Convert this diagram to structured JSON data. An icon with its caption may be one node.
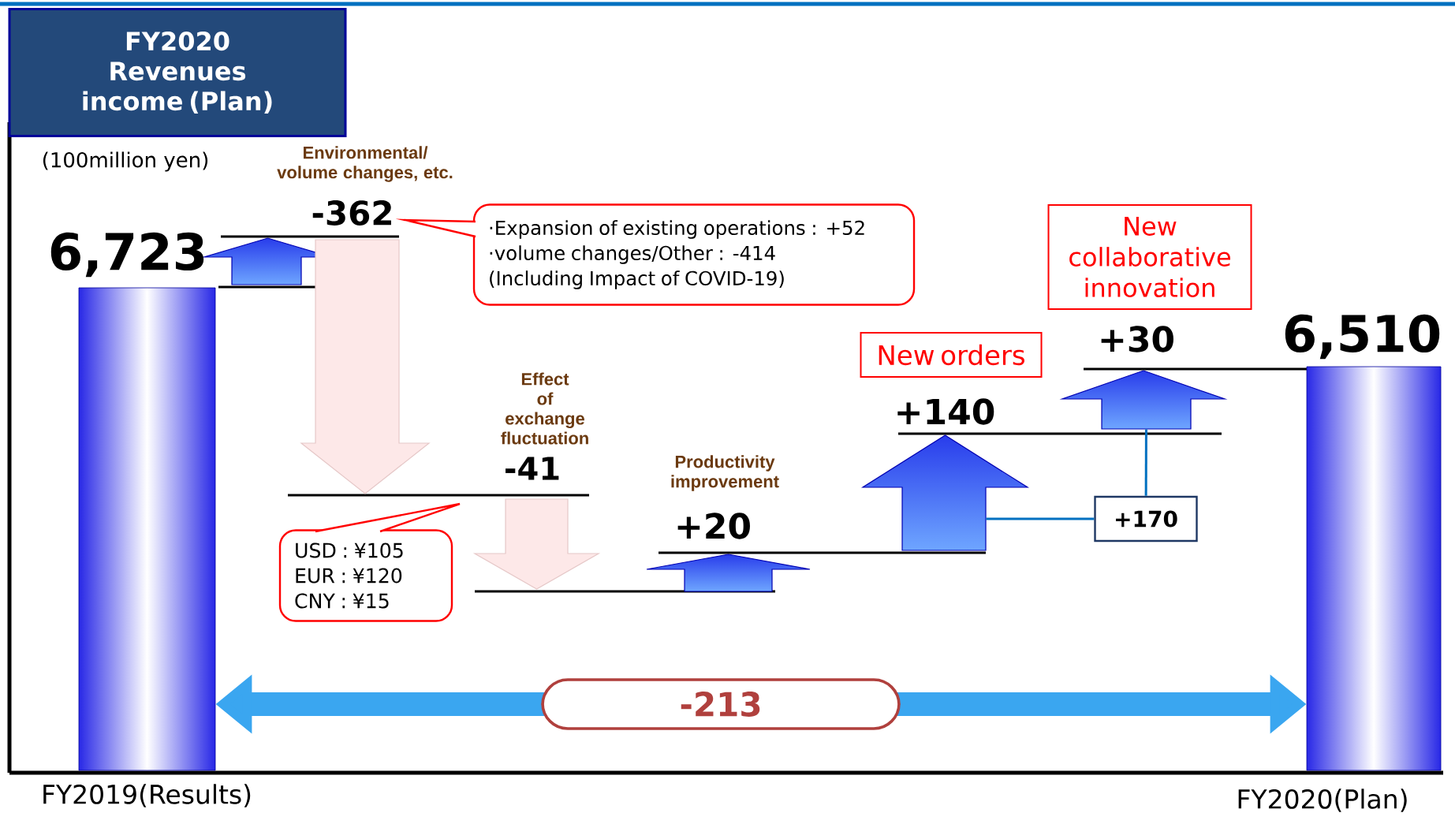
{
  "diagram": {
    "nodes": [
      {
        "text": [
          "FY2020 Revenues income (Plan)"
        ]
      },
      {
        "text": [],
        "shape": "bar",
        "beside": [
          "6,723",
          "FY2019(Results)"
        ]
      },
      {
        "text": [
          "·Expansion of existing operations : +52",
          "·volume changes/Other : -414",
          "(Including Impact of COVID-19)"
        ]
      },
      {
        "text": [
          "USD :  ¥105",
          "EUR :  ¥120",
          "CNY :  ¥15"
        ]
      },
      {
        "text": [
          "New orders"
        ]
      },
      {
        "text": [
          "New collaborative innovation"
        ]
      },
      {
        "text": [],
        "shape": "arrow"
      },
      {
        "text": [],
        "shape": "arrow"
      },
      {
        "text": [
          "+170"
        ]
      },
      {
        "text": [],
        "shape": "bar",
        "beside": [
          "6,510",
          "FY2020(Plan)"
        ]
      }
    ],
    "edges": [
      {
        "from": 1,
        "to": 9,
        "arrow": "both",
        "label": "-213",
        "style": "thick",
        "color": "#3aa6f0"
      },
      {
        "from": 8,
        "to": 6,
        "arrow": "none"
      },
      {
        "from": 8,
        "to": 7,
        "arrow": "none"
      }
    ],
    "labels": [
      "(100million yen)",
      "Environmental/ volume changes, etc.",
      "-362",
      "Effect of exchange fluctuation",
      "-41",
      "Productivity improvement",
      "+20",
      "+140",
      "+30"
    ]
  }
}
